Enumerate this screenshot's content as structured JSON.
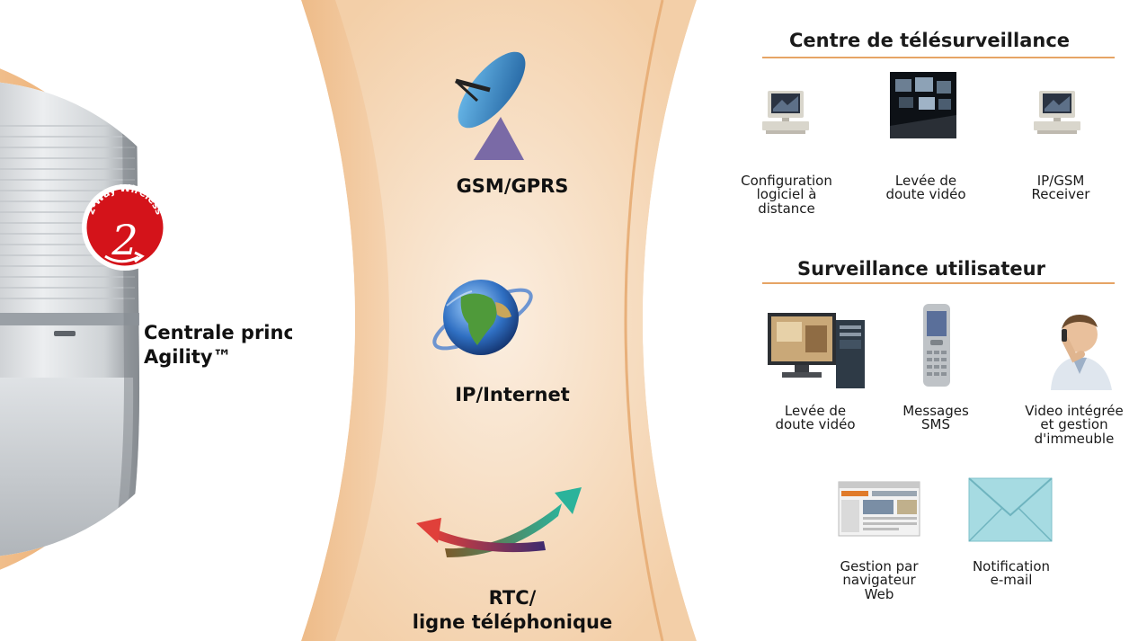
{
  "panel": {
    "badge_text": "2-Way Wireless",
    "badge_digit": "2",
    "label_line1": "Centrale principale",
    "label_line2": "Agility™"
  },
  "channels": [
    {
      "label": "GSM/GPRS",
      "icon": "satellite-dish-icon"
    },
    {
      "label": "IP/Internet",
      "icon": "globe-icon"
    },
    {
      "label_line1": "RTC/",
      "label_line2": "ligne téléphonique",
      "icon": "two-way-arrows-icon"
    }
  ],
  "monitoring_centre": {
    "title": "Centre de télésurveillance",
    "items": [
      {
        "lines": [
          "Configuration",
          "logiciel à",
          "distance"
        ],
        "icon": "computer-icon"
      },
      {
        "lines": [
          "Levée de",
          "doute vidéo"
        ],
        "icon": "control-room-icon"
      },
      {
        "lines": [
          "IP/GSM",
          "Receiver"
        ],
        "icon": "computer-icon"
      }
    ]
  },
  "user_monitoring": {
    "title": "Surveillance utilisateur",
    "items": [
      {
        "lines": [
          "Levée de",
          "doute vidéo"
        ],
        "icon": "desktop-computer-icon"
      },
      {
        "lines": [
          "Messages",
          "SMS"
        ],
        "icon": "mobile-phone-icon"
      },
      {
        "lines": [
          "Video intégrée",
          "et gestion",
          "d'immeuble"
        ],
        "icon": "person-on-phone-icon"
      },
      {
        "lines": [
          "Gestion par",
          "navigateur",
          "Web"
        ],
        "icon": "web-browser-icon"
      },
      {
        "lines": [
          "Notification",
          "e-mail"
        ],
        "icon": "envelope-icon"
      }
    ]
  },
  "colors": {
    "band": "#f6dcc0",
    "band_edge": "#edb985",
    "rule": "#e6a465",
    "badge": "#d4131a"
  }
}
